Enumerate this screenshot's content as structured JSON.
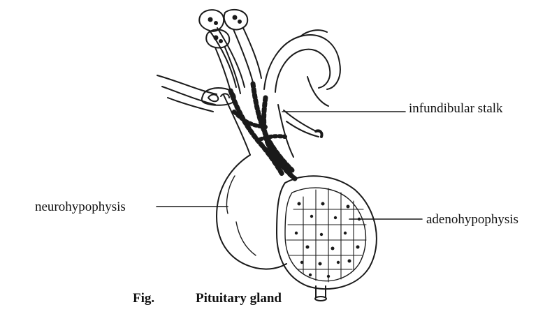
{
  "diagram": {
    "labels": {
      "infundibular_stalk": "infundibular stalk",
      "neurohypophysis": "neurohypophysis",
      "adenohypophysis": "adenohypophysis"
    },
    "caption": {
      "prefix": "Fig.",
      "title": "Pituitary gland"
    }
  }
}
